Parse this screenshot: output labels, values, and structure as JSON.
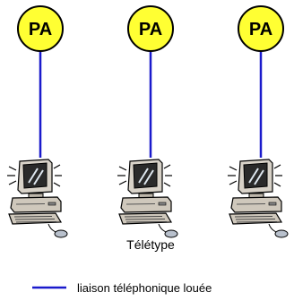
{
  "diagram": {
    "nodes": [
      {
        "label": "PA"
      },
      {
        "label": "PA"
      },
      {
        "label": "PA"
      }
    ],
    "terminal_label": "Télétype",
    "legend": {
      "line_label": "liaison téléphonique louée"
    }
  },
  "colors": {
    "node_fill": "#ffff33",
    "node_stroke": "#000000",
    "link_color": "#1a1acc",
    "text": "#000000"
  },
  "icons": [
    "computer-terminal-icon"
  ]
}
